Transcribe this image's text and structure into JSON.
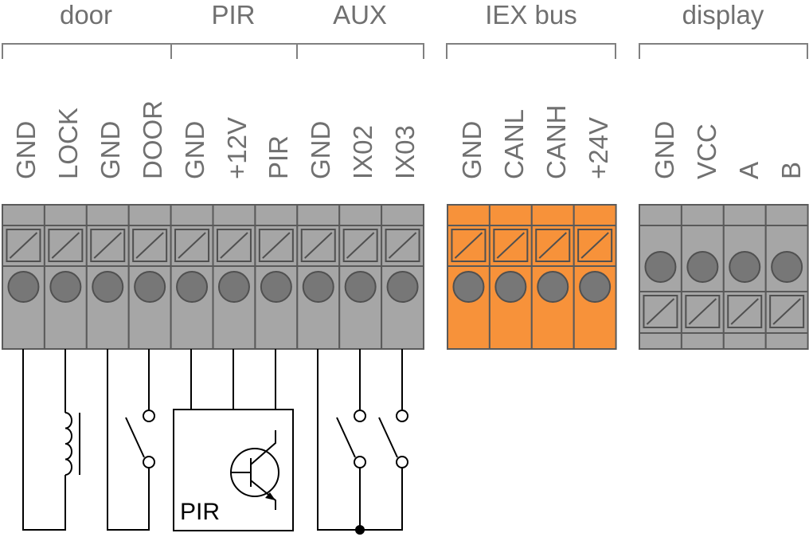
{
  "colors": {
    "terminal_gray": "#a6a6a6",
    "terminal_orange": "#f7923a",
    "label_gray": "#707070",
    "wire": "#000000"
  },
  "groups": [
    {
      "label": "door"
    },
    {
      "label": "PIR"
    },
    {
      "label": "AUX"
    },
    {
      "label": "IEX bus"
    },
    {
      "label": "display"
    }
  ],
  "blocks": [
    {
      "pins": [
        "GND",
        "LOCK",
        "GND",
        "DOOR",
        "GND",
        "+12V",
        "PIR",
        "GND",
        "IX02",
        "IX03"
      ]
    },
    {
      "pins": [
        "GND",
        "CANL",
        "CANH",
        "+24V"
      ]
    },
    {
      "pins": [
        "GND",
        "VCC",
        "A",
        "B"
      ]
    }
  ],
  "pir_box": {
    "label": "PIR"
  }
}
